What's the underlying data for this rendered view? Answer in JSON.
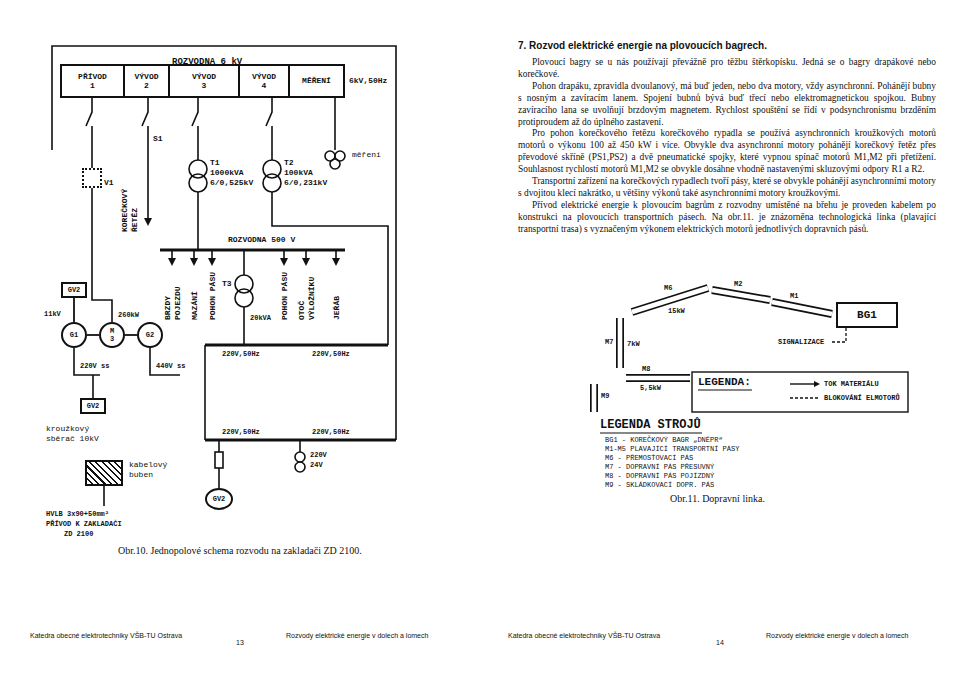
{
  "diagram": {
    "title": "7. Rozvod elektrické energie na plovoucích bagrech.",
    "caption": "Obr.10. Jednopolové schema rozvodu na zakladači ZD 2100.",
    "nodes": [
      {
        "text": [
          "ROZVODNA 6 kV"
        ]
      },
      {
        "text": [
          "PŘÍVOD",
          "1"
        ],
        "in": 0
      },
      {
        "text": [
          "VÝVOD",
          "2"
        ],
        "in": 0
      },
      {
        "text": [
          "VÝVOD",
          "3"
        ],
        "in": 0
      },
      {
        "text": [
          "VÝVOD",
          "4"
        ],
        "in": 0
      },
      {
        "text": [
          "MĚŘENÍ"
        ],
        "in": 0
      },
      {
        "text": [
          "V1"
        ]
      },
      {
        "text": [
          "GV2"
        ]
      },
      {
        "text": [
          "G1"
        ]
      },
      {
        "text": [
          "M",
          "3"
        ]
      },
      {
        "text": [
          "G2"
        ]
      },
      {
        "text": [
          "GV2"
        ]
      },
      {
        "text": [
          "GV2"
        ]
      },
      {
        "text": [
          "kabelový buben"
        ]
      },
      {
        "text": [
          "BG1"
        ]
      }
    ],
    "edges": [
      {
        "from": 7,
        "to": 8,
        "arrow": "none"
      },
      {
        "from": 8,
        "to": 9,
        "arrow": "none"
      },
      {
        "from": 9,
        "to": 10,
        "arrow": "none"
      }
    ],
    "labels": [
      "S1",
      "KOREČKOVÝ ŘETĚZ",
      "T1",
      "1000kVA",
      "6/0,525kV",
      "T2",
      "100kVA",
      "6/0,231kV",
      "měření",
      "6kV,50Hz",
      "ROZVODNA 500 V",
      "BRZDY POJEZDU",
      "MAZÁNÍ",
      "POHON PÁSU",
      "T3",
      "20kVA",
      "POHON PÁSU",
      "OTOČ VÝLOŽNÍKU",
      "JEŘÁB",
      "11kV",
      "260kW",
      "220V ss",
      "440V ss",
      "220V,50Hz",
      "220V,50Hz",
      "220V,50Hz",
      "220V,50Hz",
      "220V",
      "24V",
      "kroužkový sběrač 10kV",
      "HVLB 3x90+50mm²",
      "PŘÍVOD K ZAKLADAČI",
      "ZD 2100",
      "Plovoucí bagry se u nás používají převážně pro těžbu štěrkopísku. Jedná se o bagry drapákové nebo korečkové.",
      "Pohon drapáku, zpravidla dvoulanový, má buď jeden, nebo dva motory, vždy asynchronní. Pohánějí bubny s nosným a zavíracím lanem. Spojení bubnů bývá buď třecí nebo elektromagnetickou spojkou. Bubny zavíracího lana se uvolňují brzdovým magnetem. Rychlost spouštění se řídí v podsynchronismu brzděním protiproudem až do úplného zastavení.",
      "Pro pohon korečkového řetězu korečkového rypadla se používá asynchronních kroužkových motorů motorů o výkonu 100 až 450 kW i více. Obvykle dva asynchronní motory pohánějí korečkový řetěz přes převodové skříně (PS1,PS2) a dvě pneumatické spojky, které vypnou spínač motorů M1,M2 při přetížení. Souhlasnost rychlostí motorů M1,M2 se obvykle dosáhne vhodně nastavenými skluzovými odpory R1 a R2.",
      "Transportní zařízení na korečkových rypadlech tvoří pásy, které se obvykle pohánějí asynchronními motory s dvojitou klecí nakrátko, u většiny výkonů také asynchronními motory kroužkovými.",
      "Přívod elektrické energie k plovoucím bagrům z rozvodny umístěné na břehu je proveden kabelem po konstrukci na plovoucích transportních pásech. Na obr.11. je znázorněna technologická linka (plavající transportní trasa) s vyznačeným výkonem elektrických motorů jednotlivých dopravních pásů.",
      "M1",
      "M2",
      "M6",
      "15kW",
      "M7",
      "7kW",
      "M8",
      "5,5kW",
      "M9",
      "SIGNALIZACE",
      "LEGENDA:",
      "LEGENDA STROJŮ",
      "BG1 - KOREČKOVÝ BAGR „DNĚPR“",
      "M1-M5 PLAVAJÍCÍ TRANSPORTNÍ PÁSY",
      "M6 - PŘEMOSŤOVACÍ PÁS",
      "M7 - DOPRAVNÍ PÁS PŘESUVNÝ",
      "M8 - DOPRAVNÍ PÁS POJÍZDNÝ",
      "M9 - SKLÁDKOVACÍ DOPR. PÁS",
      "Obr.11. Dopravní linka.",
      "Katedra obecné elektrotechniky VŠB-TU Ostrava",
      "13",
      "Rozvody elektrické energie v dolech a lomech",
      "Katedra obecné elektrotechniky VŠB-TU Ostrava",
      "14",
      "Rozvody elektrické energie v dolech a lomech"
    ],
    "legend": [
      {
        "text": "TOK MATERIÁLU"
      },
      {
        "text": "BLOKOVÁNÍ ELMOTORŮ"
      }
    ]
  }
}
